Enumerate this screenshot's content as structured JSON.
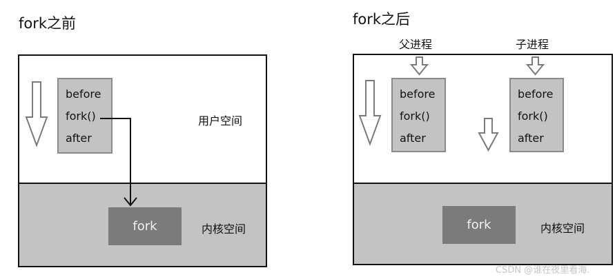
{
  "before": {
    "title": "fork之前",
    "code_lines": [
      "before",
      "fork()",
      "after"
    ],
    "user_space_label": "用户空间",
    "kernel_space_label": "内核空间",
    "kernel_fork_label": "fork"
  },
  "after": {
    "title": "fork之后",
    "parent_label": "父进程",
    "child_label": "子进程",
    "parent_code_lines": [
      "before",
      "fork()",
      "after"
    ],
    "child_code_lines": [
      "before",
      "fork()",
      "after"
    ],
    "kernel_space_label": "内核空间",
    "kernel_fork_label": "fork"
  },
  "watermark": "CSDN @谁在夜里看海.",
  "colors": {
    "border": "#111111",
    "kernel_fill": "#c3c3c3",
    "code_fill": "#c3c3c3",
    "fork_fill": "#7b7b7b",
    "arrow_stroke": "#7a7a7a"
  }
}
